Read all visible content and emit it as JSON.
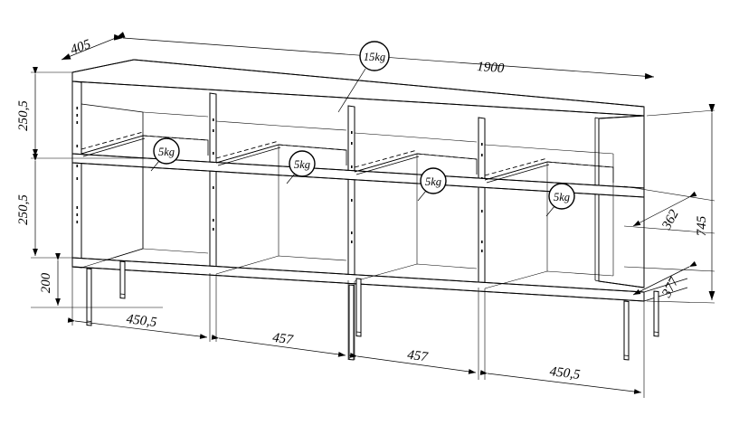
{
  "drawing": {
    "title": "Sideboard technical dimension drawing",
    "type": "furniture-orthographic-isometric",
    "units": "mm"
  },
  "dimensions": {
    "depth": "405",
    "width_total": "1900",
    "height_upper_compartment": "250,5",
    "height_lower_compartment": "250,5",
    "leg_height": "200",
    "height_total": "745",
    "height_to_shelf_back": "362",
    "height_lower_back": "377",
    "bay_1": "450,5",
    "bay_2": "457",
    "bay_3": "457",
    "bay_4": "450,5"
  },
  "load_labels": {
    "top": "15kg",
    "shelf_1": "5kg",
    "shelf_2": "5kg",
    "shelf_3": "5kg",
    "shelf_4": "5kg"
  },
  "colors": {
    "line": "#000000",
    "fill": "#ffffff",
    "background": "#ffffff"
  }
}
